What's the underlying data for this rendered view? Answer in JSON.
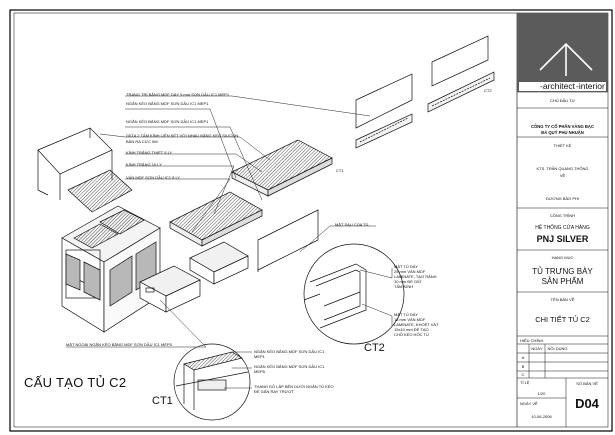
{
  "drawing": {
    "main_title": "CẤU TẠO TỦ C2",
    "labels": [
      "TRANG TRÍ BẰNG MDF DÀY 9 mm SƠN DẦU IC1 MEP1",
      "NGĂN KÉO BẰNG MDF SƠN DẦU IC1 MEP1",
      "NGĂN KÉO BẰNG MDF SƠN DẦU IC1 MEP1",
      "GIỮA 2 TẤM KÍNH LIÊN KẾT VỚI NHAU BẰNG KEO SILICON",
      "BẢN RA CỰC IIM",
      "KÍNH TRẮNG THIẾT 5 LY",
      "KÍNH TRẮNG 10 LY",
      "VÁN MDF SƠN DẦU IC1 8 LY"
    ],
    "mat_sau": "MẶT SAU CỦA TỦ",
    "ct1_small": "CT1",
    "ct2_small": "CT2",
    "ct2_note_1": [
      "MẶT TỦ DÀY",
      "25 mm VÁN MDF",
      "LAMINATE, TẠO RÃNH",
      "10 mm ĐỂ GIỮ",
      "TẤM KÍNH"
    ],
    "ct2_note_2": [
      "MẶT TỦ DÀY",
      "18 mm VÁN MDF",
      "LAMINATE, KHOÉT VÁT",
      "15x10 mm ĐỂ TẠO",
      "CHỖ KÉO HỘC TỦ"
    ],
    "ct2_big": "CT2",
    "mat_ngoai": "MẶT NGOÀI NGĂN KÉO BẰNG MDF SƠN DẦU IC1 MEP5",
    "ct1_note_1": [
      "NGĂN KÉO BẰNG MDF SƠN DẦU IC1",
      "MEP1"
    ],
    "ct1_note_2": [
      "NGĂN KÉO BẰNG MDF SƠN DẦU IC1",
      "MEP5"
    ],
    "ct1_note_3": [
      "THANH GỖ LẮP BÊN DƯỚI NGĂN TỦ KÉO",
      "ĐỂ GẮN RAY TRƯỢT"
    ],
    "ct1_big": "CT1"
  },
  "title_block": {
    "logo_left": "-architect",
    "logo_right": "-interior",
    "owner_label": "CHỦ ĐẦU TƯ",
    "owner_name": [
      "CÔNG TY CỔ PHẦN VÀNG BẠC",
      "ĐÁ QUÝ PHÚ NHUẬN"
    ],
    "design_label": "THIẾT KẾ",
    "designer": "KTS. TRẦN QUANG THÔNG",
    "drawn_label": "VẼ",
    "drawer": "DƯƠNG BẢO PHI",
    "project_label": "CÔNG TRÌNH",
    "project_name": "HỆ THỐNG CỬA HÀNG",
    "project_brand": "PNJ SILVER",
    "item_label": "HẠNG MỤC",
    "item_name": [
      "TỦ TRƯNG BÀY",
      "SẢN PHẨM"
    ],
    "drawing_label": "TÊN BẢN VẼ",
    "drawing_name": "CHI TIẾT TỦ C2",
    "revision_label": "HIỆU CHỈNH",
    "rev_col_date": "NGÀY",
    "rev_col_content": "NỘI DUNG",
    "rev_rows": [
      "A",
      "B",
      "C"
    ],
    "scale_label": "TỈ LỆ",
    "scale": "1/20",
    "date_label": "NGÀY VẼ",
    "date": "10-06-2006",
    "sheet_label": "SỐ BẢN VẼ",
    "sheet_no": "D04"
  }
}
